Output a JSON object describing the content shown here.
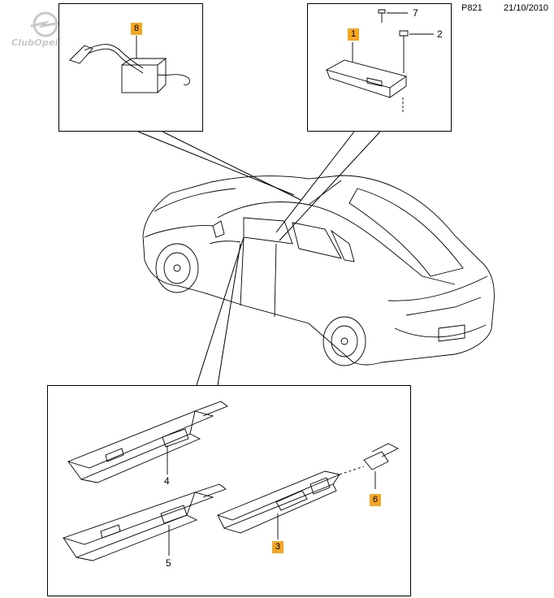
{
  "header": {
    "code": "P821",
    "date": "21/10/2010"
  },
  "watermark": {
    "text": "ClubOpel.com"
  },
  "callouts": {
    "top_left": {
      "tag": "8"
    },
    "top_right": {
      "tag": "1",
      "screw_small": "7",
      "screw_large": "2"
    },
    "bottom": {
      "label_4": "4",
      "label_5": "5",
      "tag_3": "3",
      "tag_6": "6"
    }
  },
  "colors": {
    "tag_fill": "#f5a623",
    "line": "#000000",
    "watermark": "#c8c8c8"
  }
}
